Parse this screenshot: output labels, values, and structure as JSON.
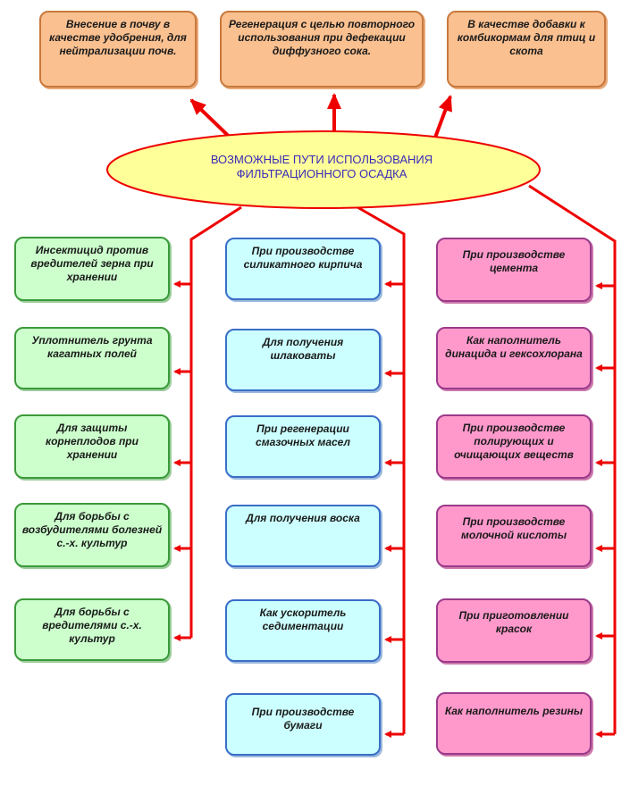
{
  "center": {
    "line1": "ВОЗМОЖНЫЕ ПУТИ ИСПОЛЬЗОВАНИЯ",
    "line2": "ФИЛЬТРАЦИОННОГО ОСАДКА"
  },
  "top": [
    "Внесение в почву в качестве удобрения, для нейтрализации почв.",
    "Регенерация с целью повторного использования при дефекации диффузного сока.",
    "В качестве добавки к комбикормам для птиц и скота"
  ],
  "left": [
    "Инсектицид против вредителей зерна при хранении",
    "Уплотнитель грунта кагатных полей",
    "Для защиты корнеплодов при хранении",
    "Для борьбы с возбудителями болезней с.-х. культур",
    "Для борьбы с вредителями с.-х. культур"
  ],
  "middle": [
    "При производстве силикатного кирпича",
    "Для получения шлаковаты",
    "При регенерации смазочных масел",
    "Для получения воска",
    "Как ускоритель седиментации",
    "При производстве бумаги"
  ],
  "right": [
    "При производстве цемента",
    "Как наполнитель динацида и гексохлорана",
    "При производстве полирующих и очищающих веществ",
    "При производстве молочной кислоты",
    "При приготовлении красок",
    "Как наполнитель резины"
  ],
  "colors": {
    "arrow": "#ee0000",
    "ellipse_fill": "#ffff99",
    "ellipse_stroke": "#ee0000"
  }
}
